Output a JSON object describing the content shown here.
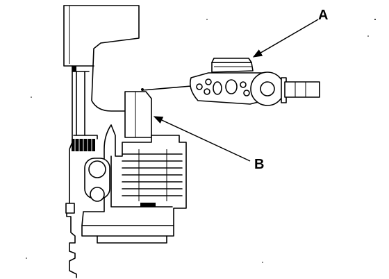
{
  "callouts": {
    "a": {
      "text": "A",
      "target": "gauge-dial-indicator"
    },
    "b": {
      "text": "B",
      "target": "clutch-piston-assembly"
    }
  },
  "colors": {
    "ink": "#000000",
    "paper": "#ffffff"
  }
}
